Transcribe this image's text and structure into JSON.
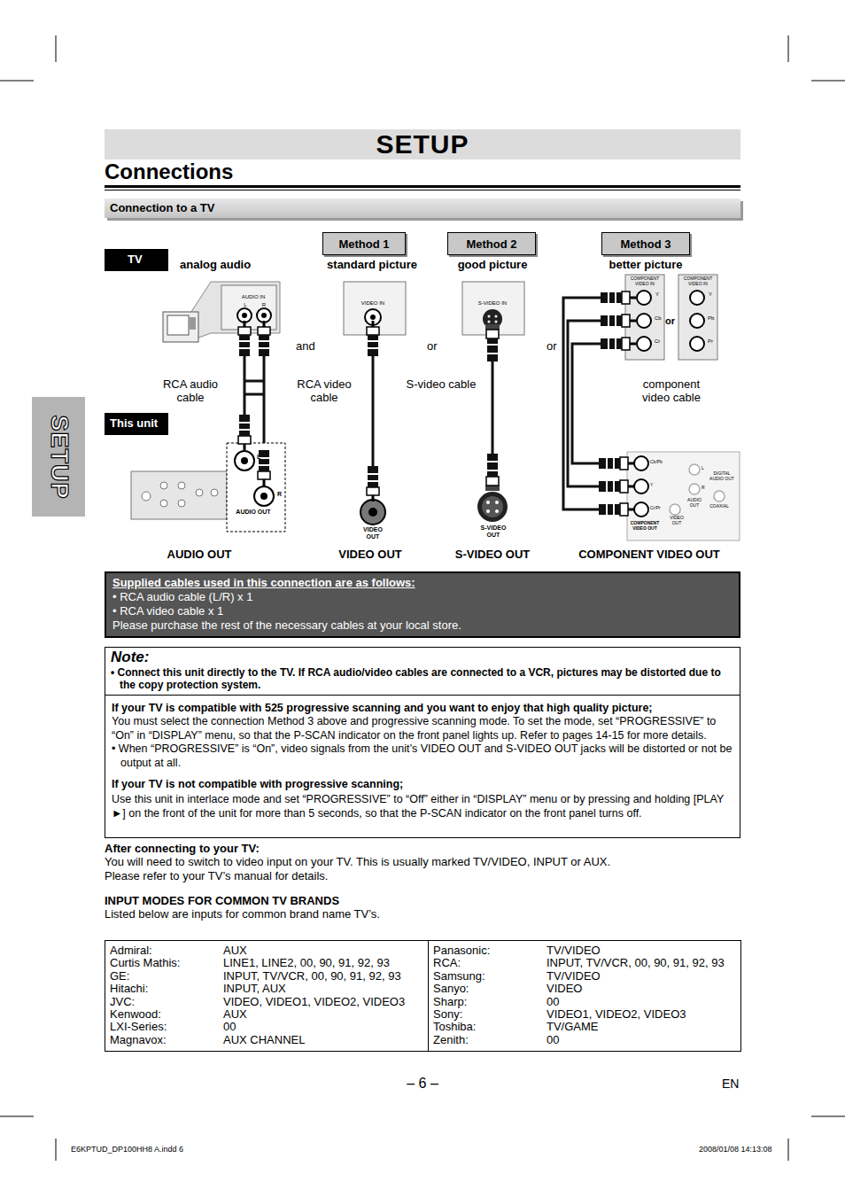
{
  "diagram": {
    "title": "SETUP",
    "nodes": [
      {
        "text": [
          "SETUP"
        ]
      },
      {
        "text": [
          "Connection to a TV"
        ]
      },
      {
        "text": [
          "TV"
        ]
      },
      {
        "text": [
          "Method 1"
        ]
      },
      {
        "text": [
          "Method 2"
        ]
      },
      {
        "text": [
          "Method 3"
        ]
      },
      {
        "text": [
          "This unit"
        ]
      },
      {
        "text": [
          "Supplied cables used in this connection are as follows:",
          "• RCA audio cable (L/R) x 1",
          "• RCA video cable x 1",
          "Please purchase the rest of the necessary cables at your local store."
        ]
      },
      {
        "text": [
          "Note:",
          "• Connect this unit directly to the TV. If RCA audio/video cables are connected to a VCR, pictures may be distorted due to the copy protection system."
        ]
      },
      {
        "text": [
          "If your TV is compatible with 525 progressive scanning and you want to enjoy that high quality picture;",
          "You must select the connection Method 3 above and progressive scanning mode. To set the mode, set “PROGRESSIVE” to “On” in “DISPLAY” menu, so that the P-SCAN indicator on the front panel lights up. Refer to pages 14-15 for more details.",
          "• When “PROGRESSIVE” is “On”, video signals from the unit’s VIDEO OUT and S-VIDEO OUT jacks will be distorted or not be output at all.",
          "If your TV is not compatible with progressive scanning;",
          "Use this unit in interlace mode and set “PROGRESSIVE” to “Off” either in “DISPLAY” menu or by pressing and holding [PLAY ►] on the front of the unit for more than 5 seconds, so that the P-SCAN indicator on the front panel turns off."
        ]
      }
    ],
    "labels": [
      "Connections",
      "analog audio",
      "standard picture",
      "good picture",
      "better picture",
      "AUDIO IN",
      "L",
      "R",
      "VIDEO IN",
      "S-VIDEO IN",
      "COMPONENT VIDEO IN",
      "Y",
      "Cb",
      "Cr",
      "or",
      "COMPONENT VIDEO IN",
      "Y",
      "Pb",
      "Pr",
      "and",
      "or",
      "or",
      "RCA audio cable",
      "RCA video cable",
      "S-video cable",
      "component video cable",
      "L",
      "R",
      "AUDIO OUT",
      "VIDEO OUT",
      "S-VIDEO OUT",
      "Cb/Pb",
      "Y",
      "Cr/Pr",
      "L",
      "R",
      "DIGITAL AUDIO OUT",
      "VIDEO OUT",
      "AUDIO OUT",
      "COAXIAL",
      "COMPONENT VIDEO OUT",
      "AUDIO OUT",
      "VIDEO OUT",
      "S-VIDEO OUT",
      "COMPONENT VIDEO OUT",
      "After connecting to your TV:",
      "You will need to switch to video input on your TV. This is usually marked TV/VIDEO, INPUT or AUX.",
      "Please refer to your TV’s manual for details.",
      "INPUT MODES FOR COMMON TV BRANDS",
      "Listed below are inputs for common brand name TV’s.",
      "– 6 –",
      "EN",
      "E6KPTUD_DP100HH8 A.indd   6",
      "2008/01/08   14:13:08",
      "Admiral:",
      "AUX",
      "Curtis Mathis:",
      "LINE1, LINE2, 00, 90, 91, 92, 93",
      "GE:",
      "INPUT, TV/VCR, 00, 90, 91, 92, 93",
      "Hitachi:",
      "INPUT, AUX",
      "JVC:",
      "VIDEO, VIDEO1, VIDEO2, VIDEO3",
      "Kenwood:",
      "AUX",
      "LXI-Series:",
      "00",
      "Magnavox:",
      "AUX CHANNEL",
      "Panasonic:",
      "TV/VIDEO",
      "RCA:",
      "INPUT, TV/VCR, 00, 90, 91, 92, 93",
      "Samsung:",
      "TV/VIDEO",
      "Sanyo:",
      "VIDEO",
      "Sharp:",
      "00",
      "Sony:",
      "VIDEO1, VIDEO2, VIDEO3",
      "Toshiba:",
      "TV/GAME",
      "Zenith:",
      "00"
    ]
  }
}
